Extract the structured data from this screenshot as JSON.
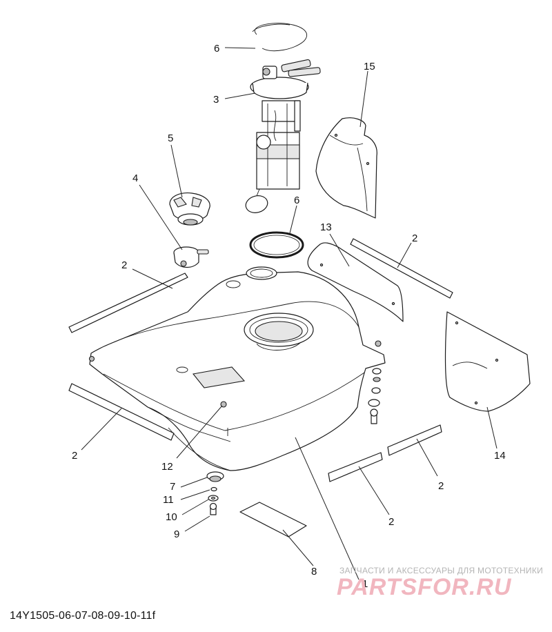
{
  "diagram": {
    "caption": "14Y1505-06-07-08-09-10-11f",
    "callouts": {
      "c6a": "6",
      "c3": "3",
      "c15": "15",
      "c5": "5",
      "c4": "4",
      "c6b": "6",
      "c13": "13",
      "c2a": "2",
      "c2b": "2",
      "c2c": "2",
      "c2d": "2",
      "c2e": "2",
      "c14": "14",
      "c12": "12",
      "c7": "7",
      "c11": "11",
      "c10": "10",
      "c9": "9",
      "c8": "8",
      "c1": "1"
    }
  },
  "watermark": {
    "tagline": "ЗАПЧАСТИ И АКСЕССУАРЫ ДЛЯ МОТОТЕХНИКИ",
    "logo": "PARTSFOR.RU"
  }
}
